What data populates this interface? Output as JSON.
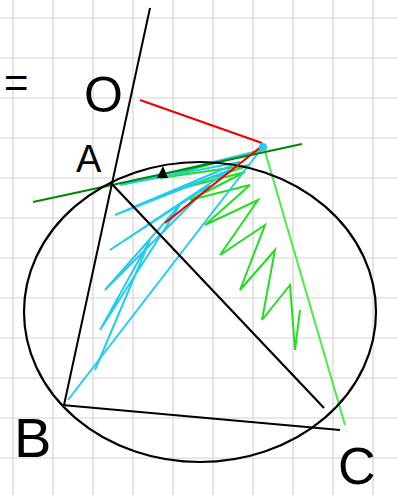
{
  "diagram": {
    "labels": [
      "=",
      "O",
      "A",
      "B",
      "C"
    ]
  }
}
